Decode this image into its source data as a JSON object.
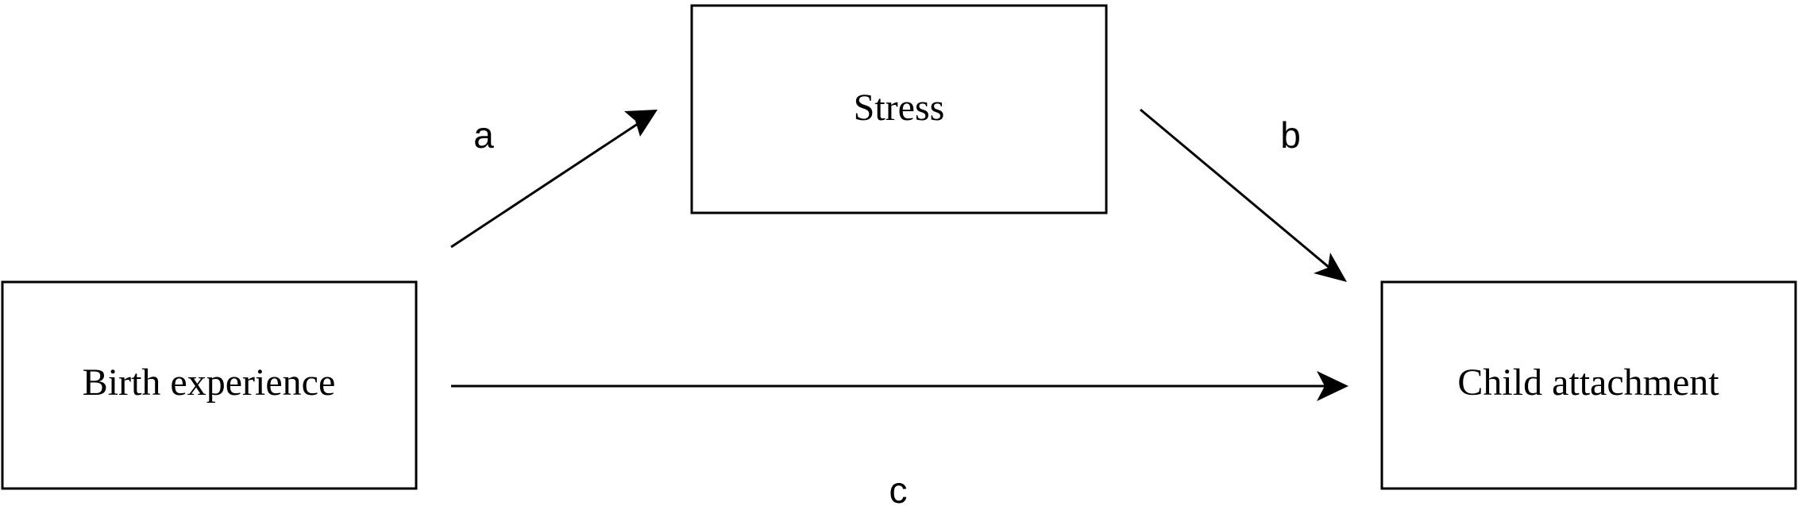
{
  "nodes": {
    "birth": {
      "label": "Birth experience"
    },
    "stress": {
      "label": "Stress"
    },
    "child": {
      "label": "Child attachment"
    }
  },
  "edges": {
    "a": {
      "label": "a",
      "from": "birth",
      "to": "stress"
    },
    "b": {
      "label": "b",
      "from": "stress",
      "to": "child"
    },
    "c": {
      "label": "c",
      "from": "birth",
      "to": "child"
    }
  },
  "colors": {
    "stroke": "#000000",
    "background": "#ffffff"
  }
}
